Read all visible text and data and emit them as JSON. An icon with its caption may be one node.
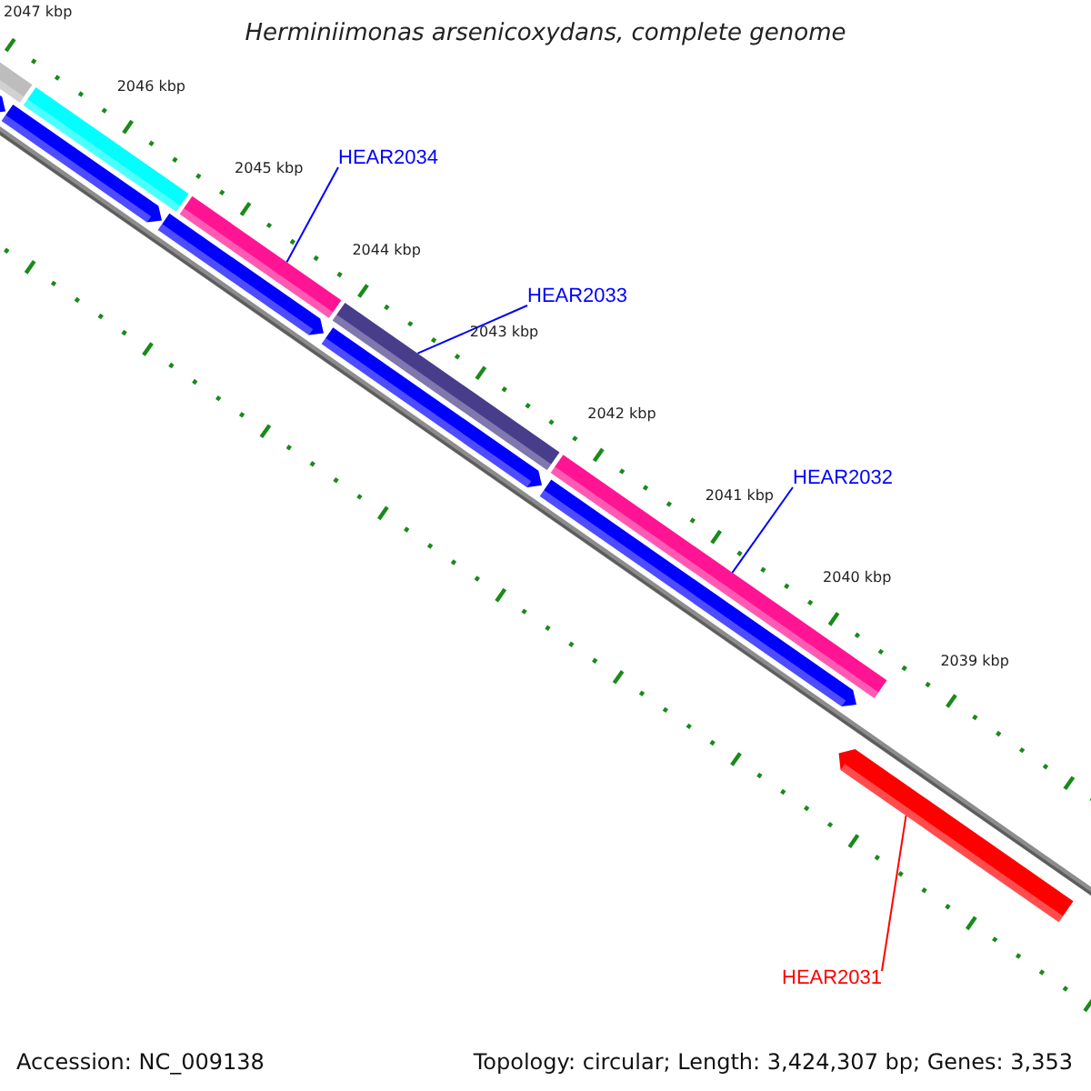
{
  "diagram": {
    "title": "Herminiimonas arsenicoxydans, complete genome",
    "nodes": [
      {
        "text": [
          "HEAR2034"
        ]
      },
      {
        "text": [
          "HEAR2033"
        ]
      },
      {
        "text": [
          "HEAR2032"
        ]
      },
      {
        "text": [
          "HEAR2031"
        ]
      },
      {
        "text": [],
        "shape": "bar"
      },
      {
        "text": [],
        "shape": "bar"
      },
      {
        "text": [],
        "shape": "bar"
      },
      {
        "text": [],
        "shape": "bar"
      },
      {
        "text": [],
        "shape": "bar"
      },
      {
        "text": [],
        "shape": "bar"
      },
      {
        "text": [],
        "shape": "bar"
      },
      {
        "text": [],
        "shape": "bar"
      },
      {
        "text": [],
        "shape": "bar"
      },
      {
        "text": [],
        "shape": "bar"
      },
      {
        "text": [],
        "shape": "bar"
      }
    ],
    "edges": [
      {
        "from": 0,
        "to": 6,
        "arrow": "none"
      },
      {
        "from": 1,
        "to": 7,
        "arrow": "none"
      },
      {
        "from": 2,
        "to": 8,
        "arrow": "none"
      },
      {
        "from": 3,
        "to": 14,
        "arrow": "none",
        "color": "#ff0000"
      }
    ],
    "labels": [
      "2047 kbp",
      "2046 kbp",
      "2045 kbp",
      "2044 kbp",
      "2043 kbp",
      "2042 kbp",
      "2041 kbp",
      "2040 kbp",
      "2039 kbp",
      "Accession: NC_009138",
      "Topology: circular; Length: 3,424,307 bp; Genes: 3,353"
    ]
  }
}
